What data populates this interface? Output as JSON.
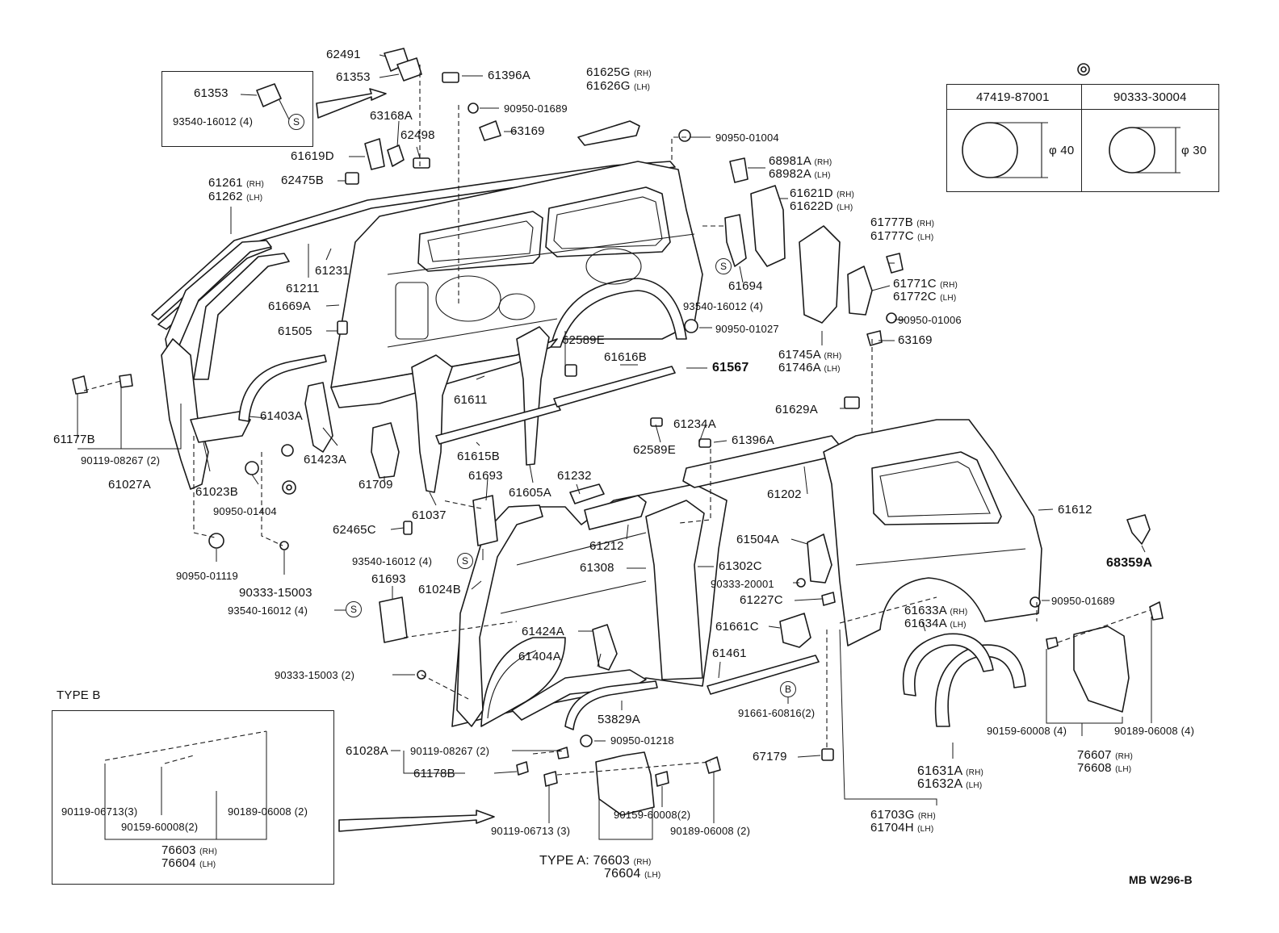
{
  "labels": [
    {
      "id": "p62491",
      "text": "62491",
      "sub": ""
    },
    {
      "id": "p61353a",
      "text": "61353",
      "sub": ""
    },
    {
      "id": "p61396a",
      "text": "61396A",
      "sub": ""
    },
    {
      "id": "p61353b",
      "text": "61353",
      "sub": ""
    },
    {
      "id": "p93540a",
      "text": "93540-16012 (4)",
      "sub": ""
    },
    {
      "id": "p90950_01689a",
      "text": "90950-01689",
      "sub": ""
    },
    {
      "id": "p61625g",
      "text": "61625G",
      "sub": "(RH)"
    },
    {
      "id": "p61626g",
      "text": "61626G",
      "sub": "(LH)"
    },
    {
      "id": "p63168a",
      "text": "63168A",
      "sub": ""
    },
    {
      "id": "p63169a",
      "text": "63169",
      "sub": ""
    },
    {
      "id": "p62498",
      "text": "62498",
      "sub": ""
    },
    {
      "id": "p61619d",
      "text": "61619D",
      "sub": ""
    },
    {
      "id": "p90950_01004",
      "text": "90950-01004",
      "sub": ""
    },
    {
      "id": "p61261",
      "text": "61261",
      "sub": "(RH)"
    },
    {
      "id": "p62475b",
      "text": "62475B",
      "sub": ""
    },
    {
      "id": "p61262",
      "text": "61262",
      "sub": "(LH)"
    },
    {
      "id": "p68981a",
      "text": "68981A",
      "sub": "(RH)"
    },
    {
      "id": "p68982a",
      "text": "68982A",
      "sub": "(LH)"
    },
    {
      "id": "p61621d",
      "text": "61621D",
      "sub": "(RH)"
    },
    {
      "id": "p61622d",
      "text": "61622D",
      "sub": "(LH)"
    },
    {
      "id": "p61231",
      "text": "61231",
      "sub": ""
    },
    {
      "id": "p61211",
      "text": "61211",
      "sub": ""
    },
    {
      "id": "p61669a",
      "text": "61669A",
      "sub": ""
    },
    {
      "id": "p61505",
      "text": "61505",
      "sub": ""
    },
    {
      "id": "p61777b",
      "text": "61777B",
      "sub": "(RH)"
    },
    {
      "id": "p61777c",
      "text": "61777C",
      "sub": "(LH)"
    },
    {
      "id": "p61694",
      "text": "61694",
      "sub": ""
    },
    {
      "id": "p93540b",
      "text": "93540-16012 (4)",
      "sub": ""
    },
    {
      "id": "p61771c",
      "text": "61771C",
      "sub": "(RH)"
    },
    {
      "id": "p61772c",
      "text": "61772C",
      "sub": "(LH)"
    },
    {
      "id": "p90950_01006",
      "text": "90950-01006",
      "sub": ""
    },
    {
      "id": "p90950_01027",
      "text": "90950-01027",
      "sub": ""
    },
    {
      "id": "p62589e_a",
      "text": "62589E",
      "sub": ""
    },
    {
      "id": "p63169b",
      "text": "63169",
      "sub": ""
    },
    {
      "id": "p61745a",
      "text": "61745A",
      "sub": "(RH)"
    },
    {
      "id": "p61746a",
      "text": "61746A",
      "sub": "(LH)"
    },
    {
      "id": "p61616b",
      "text": "61616B",
      "sub": ""
    },
    {
      "id": "p61567",
      "text": "61567",
      "sub": ""
    },
    {
      "id": "p61177b",
      "text": "61177B",
      "sub": ""
    },
    {
      "id": "p61403a",
      "text": "61403A",
      "sub": ""
    },
    {
      "id": "p61611",
      "text": "61611",
      "sub": ""
    },
    {
      "id": "p61629a",
      "text": "61629A",
      "sub": ""
    },
    {
      "id": "p61234a",
      "text": "61234A",
      "sub": ""
    },
    {
      "id": "p61396a_b",
      "text": "61396A",
      "sub": ""
    },
    {
      "id": "p90119_08267a",
      "text": "90119-08267 (2)",
      "sub": ""
    },
    {
      "id": "p61423a",
      "text": "61423A",
      "sub": ""
    },
    {
      "id": "p61615b",
      "text": "61615B",
      "sub": ""
    },
    {
      "id": "p62589e_b",
      "text": "62589E",
      "sub": ""
    },
    {
      "id": "p61027a",
      "text": "61027A",
      "sub": ""
    },
    {
      "id": "p61023b",
      "text": "61023B",
      "sub": ""
    },
    {
      "id": "p61709",
      "text": "61709",
      "sub": ""
    },
    {
      "id": "p61693a",
      "text": "61693",
      "sub": ""
    },
    {
      "id": "p61605a",
      "text": "61605A",
      "sub": ""
    },
    {
      "id": "p61232",
      "text": "61232",
      "sub": ""
    },
    {
      "id": "p61202",
      "text": "61202",
      "sub": ""
    },
    {
      "id": "p61612",
      "text": "61612",
      "sub": ""
    },
    {
      "id": "p90950_01404",
      "text": "90950-01404",
      "sub": ""
    },
    {
      "id": "p62465c",
      "text": "62465C",
      "sub": ""
    },
    {
      "id": "p61037",
      "text": "61037",
      "sub": ""
    },
    {
      "id": "p61212",
      "text": "61212",
      "sub": ""
    },
    {
      "id": "p61504a",
      "text": "61504A",
      "sub": ""
    },
    {
      "id": "p68359a",
      "text": "68359A",
      "sub": ""
    },
    {
      "id": "p93540c",
      "text": "93540-16012 (4)",
      "sub": ""
    },
    {
      "id": "p61308",
      "text": "61308",
      "sub": ""
    },
    {
      "id": "p61302c",
      "text": "61302C",
      "sub": ""
    },
    {
      "id": "p90950_01119",
      "text": "90950-01119",
      "sub": ""
    },
    {
      "id": "p90333_20001",
      "text": "90333-20001",
      "sub": ""
    },
    {
      "id": "p61693b",
      "text": "61693",
      "sub": ""
    },
    {
      "id": "p90333_15003a",
      "text": "90333-15003",
      "sub": ""
    },
    {
      "id": "p61024b",
      "text": "61024B",
      "sub": ""
    },
    {
      "id": "p61227c",
      "text": "61227C",
      "sub": ""
    },
    {
      "id": "p93540d",
      "text": "93540-16012 (4)",
      "sub": ""
    },
    {
      "id": "p90950_01689b",
      "text": "90950-01689",
      "sub": ""
    },
    {
      "id": "p61633a",
      "text": "61633A",
      "sub": "(RH)"
    },
    {
      "id": "p61634a",
      "text": "61634A",
      "sub": "(LH)"
    },
    {
      "id": "p61424a",
      "text": "61424A",
      "sub": ""
    },
    {
      "id": "p61661c",
      "text": "61661C",
      "sub": ""
    },
    {
      "id": "p61461",
      "text": "61461",
      "sub": ""
    },
    {
      "id": "p61404a",
      "text": "61404A",
      "sub": ""
    },
    {
      "id": "p90333_15003b",
      "text": "90333-15003 (2)",
      "sub": ""
    },
    {
      "id": "p91661",
      "text": "91661-60816(2)",
      "sub": ""
    },
    {
      "id": "p53829a",
      "text": "53829A",
      "sub": ""
    },
    {
      "id": "p90159_60008a",
      "text": "90159-60008 (4)",
      "sub": ""
    },
    {
      "id": "p90189_06008a",
      "text": "90189-06008 (4)",
      "sub": ""
    },
    {
      "id": "p90950_01218",
      "text": "90950-01218",
      "sub": ""
    },
    {
      "id": "p61028a",
      "text": "61028A",
      "sub": ""
    },
    {
      "id": "p90119_08267b",
      "text": "90119-08267 (2)",
      "sub": ""
    },
    {
      "id": "p67179",
      "text": "67179",
      "sub": ""
    },
    {
      "id": "p76607",
      "text": "76607",
      "sub": "(RH)"
    },
    {
      "id": "p76608",
      "text": "76608",
      "sub": "(LH)"
    },
    {
      "id": "p61631a",
      "text": "61631A",
      "sub": "(RH)"
    },
    {
      "id": "p61632a",
      "text": "61632A",
      "sub": "(LH)"
    },
    {
      "id": "p61178b",
      "text": "61178B",
      "sub": ""
    },
    {
      "id": "p90119_06713a",
      "text": "90119-06713(3)",
      "sub": ""
    },
    {
      "id": "p90159_60008b",
      "text": "90159-60008(2)",
      "sub": ""
    },
    {
      "id": "p90189_06008b",
      "text": "90189-06008 (2)",
      "sub": ""
    },
    {
      "id": "p76603a",
      "text": "76603",
      "sub": "(RH)"
    },
    {
      "id": "p76604a",
      "text": "76604",
      "sub": "(LH)"
    },
    {
      "id": "p90159_60008c",
      "text": "90159-60008(2)",
      "sub": ""
    },
    {
      "id": "p90119_06713b",
      "text": "90119-06713 (3)",
      "sub": ""
    },
    {
      "id": "p90189_06008c",
      "text": "90189-06008 (2)",
      "sub": ""
    },
    {
      "id": "p61703g",
      "text": "61703G",
      "sub": "(RH)"
    },
    {
      "id": "p61704h",
      "text": "61704H",
      "sub": "(LH)"
    },
    {
      "id": "p76603b",
      "text": "TYPE  A: 76603",
      "sub": "(RH)"
    },
    {
      "id": "p76604b",
      "text": "76604",
      "sub": "(LH)"
    }
  ],
  "type_b_title": "TYPE  B",
  "diagram_code": "MB  W296-B",
  "symbols": {
    "s": "S",
    "b": "B"
  },
  "grommet_table": {
    "headers": [
      "47419-87001",
      "90333-30004"
    ],
    "sizes": [
      "φ 40",
      "φ 30"
    ]
  }
}
